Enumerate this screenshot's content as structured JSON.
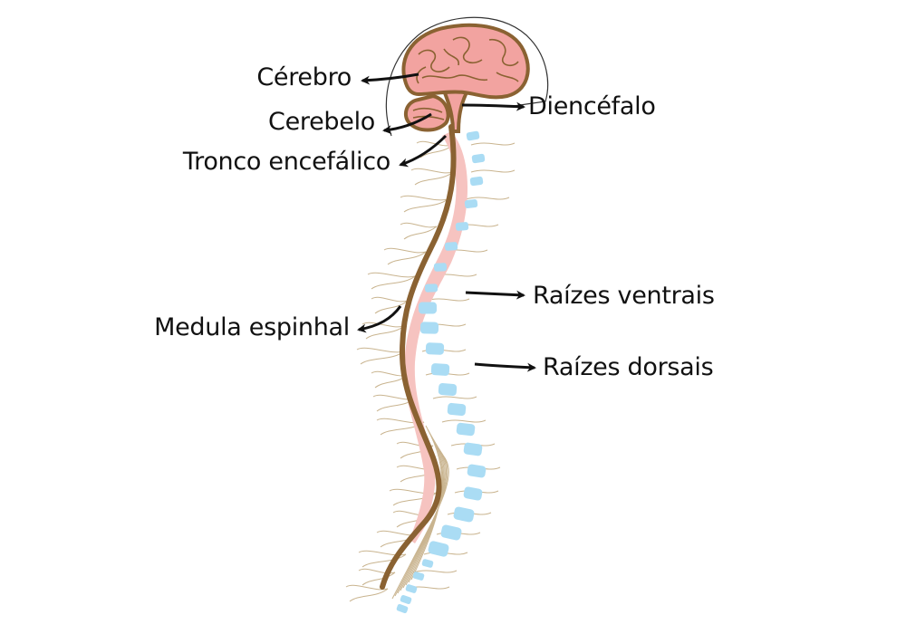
{
  "labels": {
    "cerebro": "Cérebro",
    "cerebelo": "Cerebelo",
    "tronco_encefalico": "Tronco encefálico",
    "medula_espinhal": "Medula espinhal",
    "diencefalo": "Diencéfalo",
    "raizes_ventrais": "Raízes ventrais",
    "raizes_dorsais": "Raízes dorsais"
  },
  "icons": [
    "brain-icon",
    "spinal-cord-icon",
    "vertebra-icon",
    "nerve-root-icon",
    "arrow-icon"
  ],
  "colors": {
    "brain": "#f2a3a0",
    "brain_outline": "#8a6232",
    "cord": "#8a6232",
    "canal": "#f6c3c0",
    "vertebra": "#aadcf4",
    "nerve": "#c9b48f",
    "arrow": "#111111"
  }
}
